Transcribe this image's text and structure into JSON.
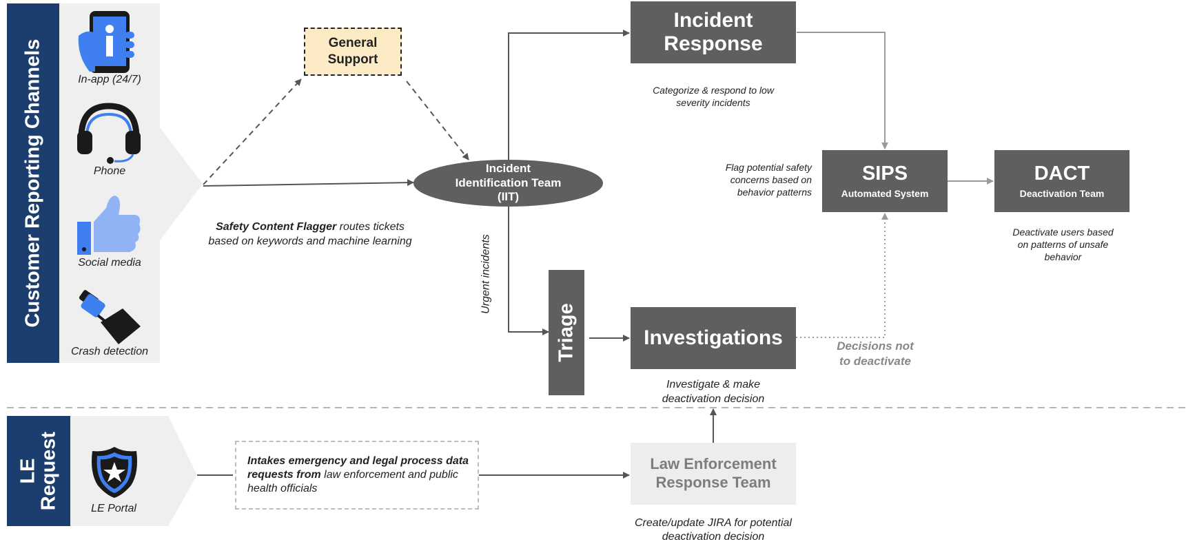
{
  "colors": {
    "band": "#1c3e6e",
    "box": "#5f5f5f",
    "general_support_fill": "#fcebc5",
    "le_team_fill": "#ededed",
    "icon_blue": "#3f7ff0",
    "icon_light_blue": "#8fb3f5"
  },
  "customer_channels": {
    "title": "Customer Reporting Channels",
    "items": [
      {
        "label": "In-app (24/7)",
        "icon": "phone-info-icon"
      },
      {
        "label": "Phone",
        "icon": "headset-icon"
      },
      {
        "label": "Social media",
        "icon": "thumbs-up-icon"
      },
      {
        "label": "Crash detection",
        "icon": "crash-icon"
      }
    ]
  },
  "le_request": {
    "title_line1": "LE",
    "title_line2": "Request",
    "channel_label": "LE Portal",
    "channel_icon": "police-badge-icon"
  },
  "nodes": {
    "general_support": "General Support",
    "iit": "Incident Identification Team (IIT)",
    "incident_response": "Incident Response",
    "triage": "Triage",
    "investigations": "Investigations",
    "sips_title": "SIPS",
    "sips_sub": "Automated System",
    "dact_title": "DACT",
    "dact_sub": "Deactivation Team",
    "le_team": "Law Enforcement Response Team",
    "le_intake_bold": "Intakes emergency and legal process data requests from",
    "le_intake_rest": " law enforcement and public health officials"
  },
  "notes": {
    "flagger_bold": "Safety Content Flagger",
    "flagger_rest": " routes tickets based on keywords and machine learning",
    "urgent": "Urgent incidents",
    "incident_response": "Categorize & respond to low severity incidents",
    "sips_flag": "Flag potential safety concerns based on behavior patterns",
    "dact": "Deactivate users based on patterns of unsafe behavior",
    "investigations": "Investigate & make deactivation decision",
    "decisions_not": "Decisions not to deactivate",
    "le_team": "Create/update JIRA for potential deactivation decision"
  }
}
